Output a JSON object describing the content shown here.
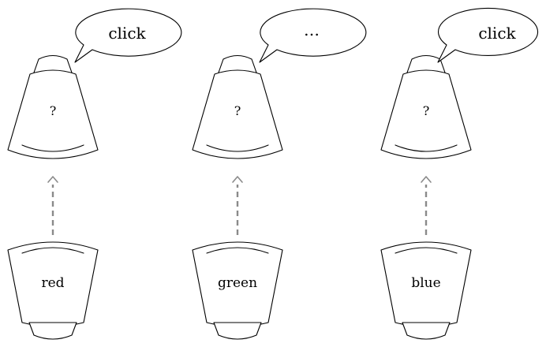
{
  "scenes": [
    {
      "hidden_label": "?",
      "bubble_text": "click",
      "revealed_label": "red"
    },
    {
      "hidden_label": "?",
      "bubble_text": "…",
      "revealed_label": "green"
    },
    {
      "hidden_label": "?",
      "bubble_text": "click",
      "revealed_label": "blue"
    }
  ],
  "colors": {
    "line": "#000000",
    "arrow": "#8a8a8a",
    "background": "#ffffff"
  }
}
